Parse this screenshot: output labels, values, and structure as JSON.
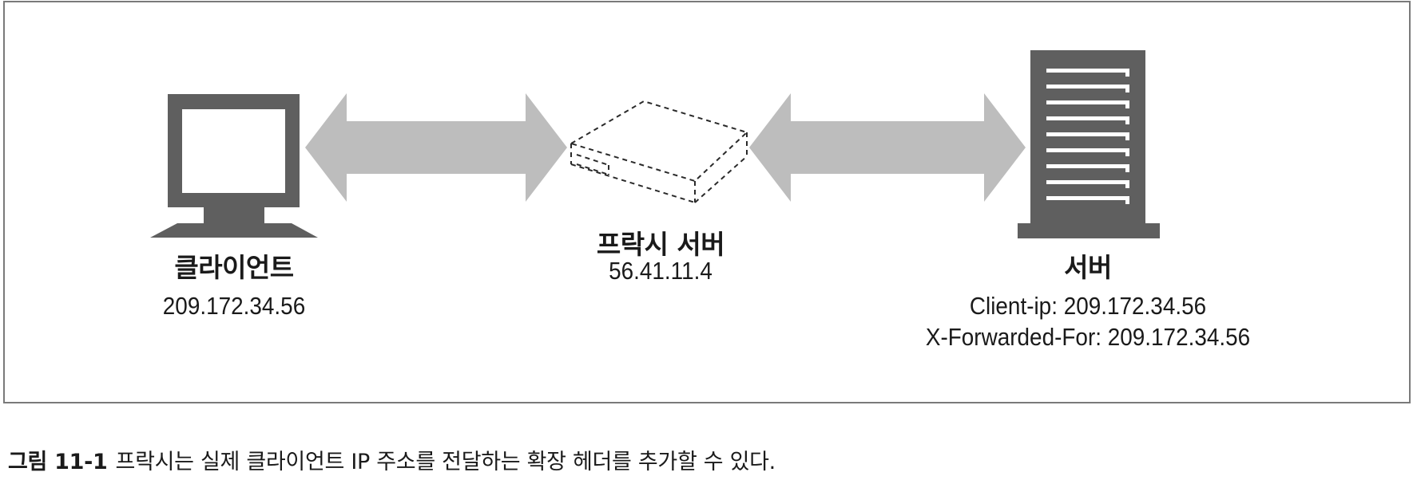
{
  "client": {
    "label": "클라이언트",
    "ip": "209.172.34.56"
  },
  "proxy": {
    "label": "프락시 서버",
    "ip": "56.41.11.4"
  },
  "server": {
    "label": "서버",
    "header_line1": "Client-ip: 209.172.34.56",
    "header_line2": "X-Forwarded-For: 209.172.34.56"
  },
  "caption": {
    "number": "그림 11-1",
    "text": "프락시는 실제 클라이언트 IP 주소를 전달하는 확장 헤더를 추가할 수 있다."
  },
  "colors": {
    "arrow": "#bdbdbd",
    "device": "#5f5f5f",
    "frame": "#7a7a7a"
  },
  "icons": {
    "client": "computer-monitor-icon",
    "proxy": "proxy-box-icon",
    "server": "server-tower-icon"
  }
}
